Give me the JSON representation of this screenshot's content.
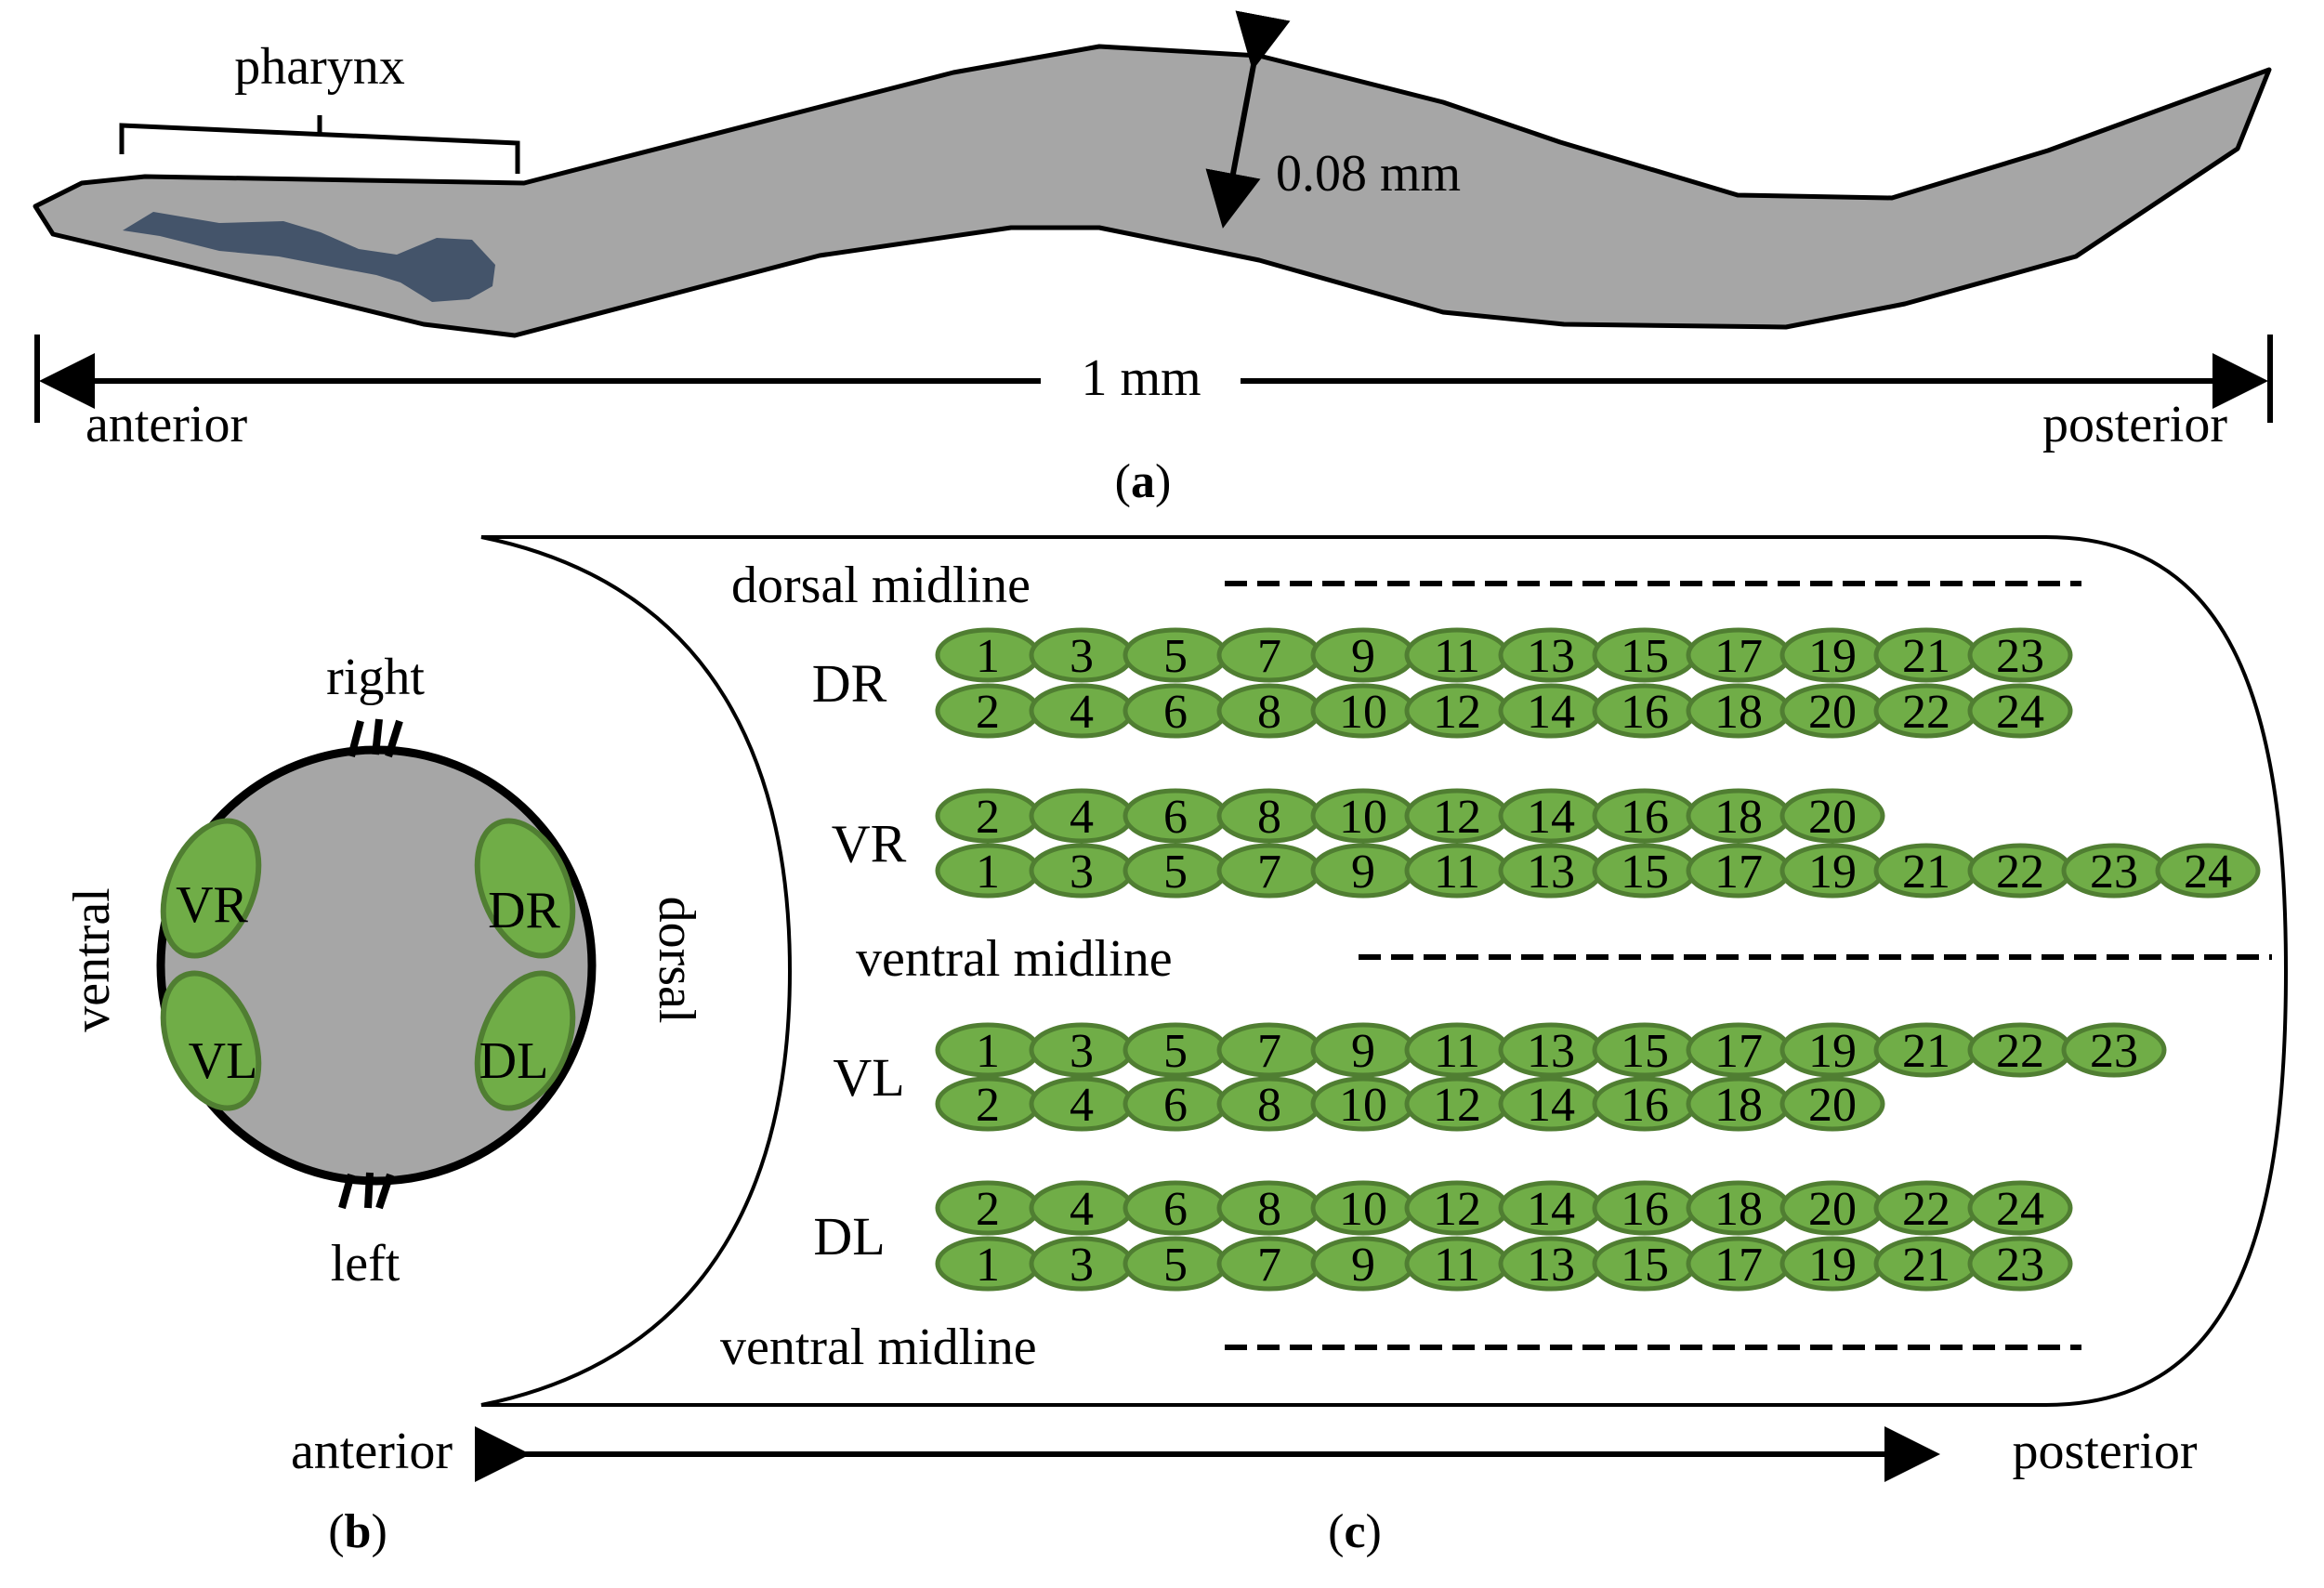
{
  "panel_a": {
    "pharynx_label": "pharynx",
    "width_label": "0.08 mm",
    "length_label": "1 mm",
    "anterior_label": "anterior",
    "posterior_label": "posterior",
    "caption_letter": "a"
  },
  "panel_b": {
    "right_label": "right",
    "left_label": "left",
    "ventral_label": "ventral",
    "dorsal_label": "dorsal",
    "quadrants": [
      "VR",
      "DR",
      "VL",
      "DL"
    ],
    "anterior_label": "anterior",
    "caption_letter": "b"
  },
  "panel_c": {
    "dorsal_midline_label": "dorsal midline",
    "ventral_midline_middle_label": "ventral midline",
    "ventral_midline_bottom_label": "ventral midline",
    "posterior_label": "posterior",
    "caption_letter": "c",
    "quadrant_rows": [
      {
        "name": "DR",
        "top": [
          "1",
          "3",
          "5",
          "7",
          "9",
          "11",
          "13",
          "15",
          "17",
          "19",
          "21",
          "23"
        ],
        "bottom": [
          "2",
          "4",
          "6",
          "8",
          "10",
          "12",
          "14",
          "16",
          "18",
          "20",
          "22",
          "24"
        ]
      },
      {
        "name": "VR",
        "top": [
          "2",
          "4",
          "6",
          "8",
          "10",
          "12",
          "14",
          "16",
          "18",
          "20"
        ],
        "bottom": [
          "1",
          "3",
          "5",
          "7",
          "9",
          "11",
          "13",
          "15",
          "17",
          "19",
          "21",
          "22",
          "23",
          "24"
        ]
      },
      {
        "name": "VL",
        "top": [
          "1",
          "3",
          "5",
          "7",
          "9",
          "11",
          "13",
          "15",
          "17",
          "19",
          "21",
          "22",
          "23"
        ],
        "bottom": [
          "2",
          "4",
          "6",
          "8",
          "10",
          "12",
          "14",
          "16",
          "18",
          "20"
        ]
      },
      {
        "name": "DL",
        "top": [
          "2",
          "4",
          "6",
          "8",
          "10",
          "12",
          "14",
          "16",
          "18",
          "20",
          "22",
          "24"
        ],
        "bottom": [
          "1",
          "3",
          "5",
          "7",
          "9",
          "11",
          "13",
          "15",
          "17",
          "19",
          "21",
          "23"
        ]
      }
    ]
  },
  "colors": {
    "body_gray": "#a6a6a6",
    "pharynx_blue": "#44546a",
    "muscle_green": "#70ad47",
    "muscle_outline": "#507e32"
  }
}
